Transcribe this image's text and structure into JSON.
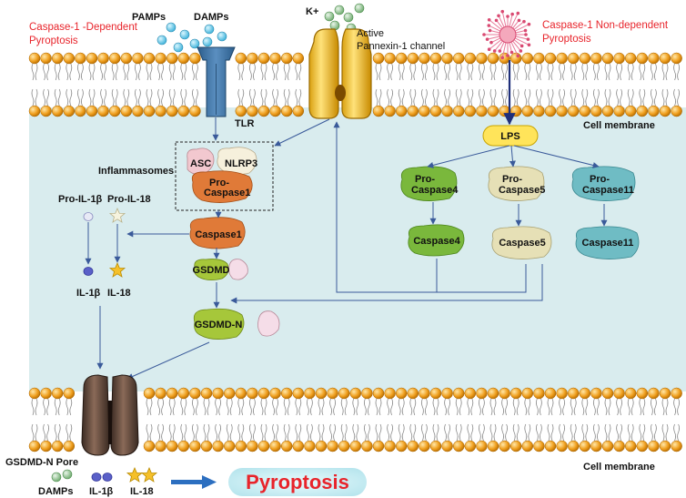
{
  "labels": {
    "caspase1_dependent": [
      "Caspase-1 -Dependent",
      "Pyroptosis"
    ],
    "caspase1_non_dependent": [
      "Caspase-1 Non-dependent",
      "Pyroptosis"
    ],
    "pamps": "PAMPs",
    "damps_top": "DAMPs",
    "k_plus": "K+",
    "pannexin": [
      "Active",
      "Pannexin-1 channel"
    ],
    "tlr": "TLR",
    "cell_membrane_top": "Cell membrane",
    "cell_membrane_bottom": "Cell membrane",
    "lps": "LPS",
    "inflammasomes": "Inflammasomes",
    "asc": "ASC",
    "nlrp3": "NLRP3",
    "pro_caspase1": [
      "Pro-",
      "Caspase1"
    ],
    "caspase1": "Caspase1",
    "gsdmd": "GSDMD",
    "gsdmd_n": "GSDMD-N",
    "pro_il1b": "Pro-IL-1β",
    "pro_il18": "Pro-IL-18",
    "il1b": "IL-1β",
    "il18": "IL-18",
    "pro_caspase4": [
      "Pro-",
      "Caspase4"
    ],
    "pro_caspase5": [
      "Pro-",
      "Caspase5"
    ],
    "pro_caspase11": [
      "Pro-",
      "Caspase11"
    ],
    "caspase4": "Caspase4",
    "caspase5": "Caspase5",
    "caspase11": "Caspase11",
    "gsdmd_n_pore": "GSDMD-N Pore",
    "damps_bottom": "DAMPs",
    "il1b_bottom": "IL-1β",
    "il18_bottom": "IL-18",
    "pyroptosis": "Pyroptosis"
  },
  "colors": {
    "cytoplasm": "#d9ecee",
    "lipid_head": "#f0a020",
    "caspase1": "#e07a38",
    "gsdmd": "#a6c73a",
    "caspase4": "#7ab83c",
    "caspase5": "#e6e0b6",
    "caspase11": "#6fbcc4",
    "pyroptosis_text": "#e8242b",
    "arrow": "#3a5a9a"
  }
}
